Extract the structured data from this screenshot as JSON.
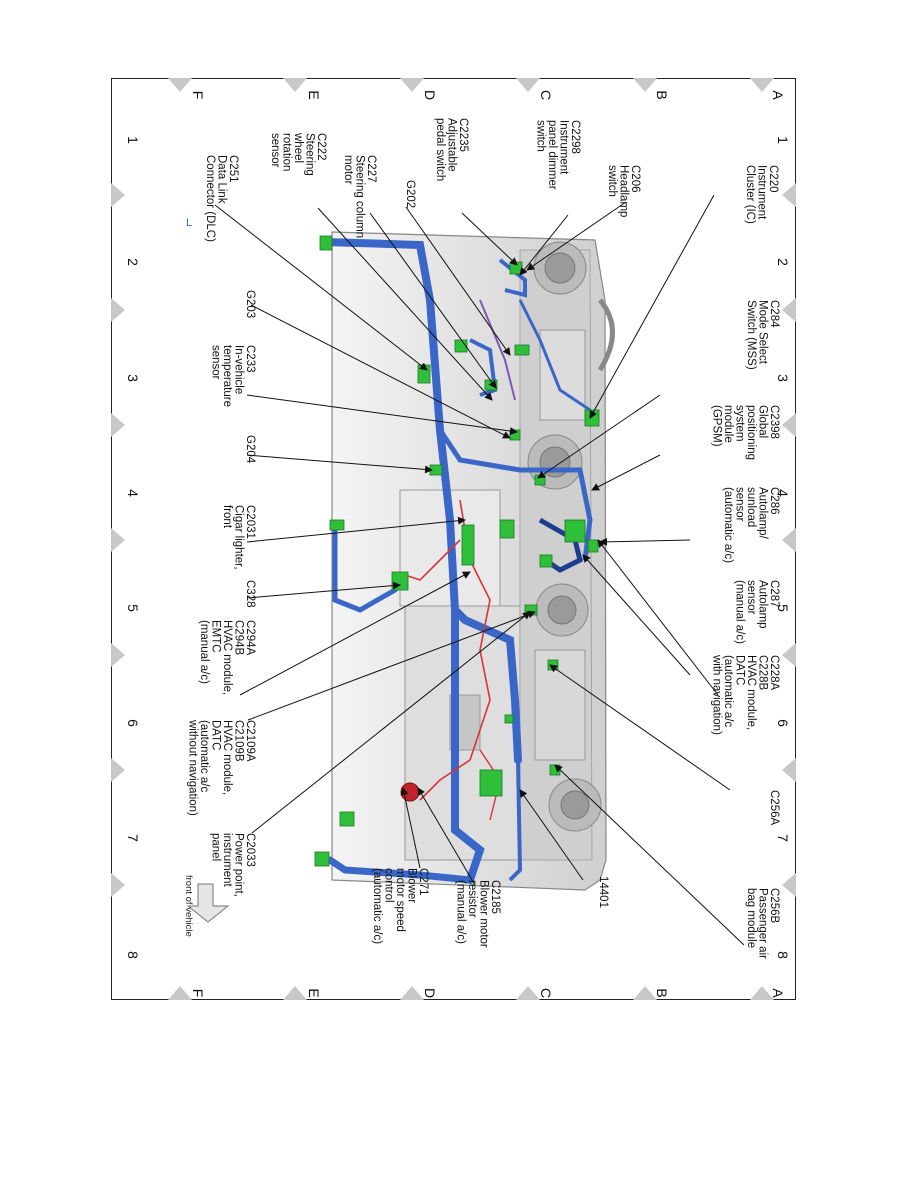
{
  "grid": {
    "columns": [
      "1",
      "2",
      "3",
      "4",
      "5",
      "6",
      "7",
      "8"
    ],
    "rows": [
      "A",
      "B",
      "C",
      "D",
      "E",
      "F"
    ]
  },
  "callouts": [
    {
      "id": "c220",
      "lines": [
        "C220",
        "Instrument",
        "Cluster (IC)"
      ]
    },
    {
      "id": "c206",
      "lines": [
        "C206",
        "Headlamp",
        "switch"
      ]
    },
    {
      "id": "c2298",
      "lines": [
        "C2298",
        "Instrument",
        "panel dimmer",
        "switch"
      ]
    },
    {
      "id": "c2235",
      "lines": [
        "C2235",
        "Adjustable",
        "pedal switch"
      ]
    },
    {
      "id": "g202",
      "lines": [
        "G202"
      ]
    },
    {
      "id": "c227",
      "lines": [
        "C227",
        "Steering column",
        "motor"
      ]
    },
    {
      "id": "c222",
      "lines": [
        "C222",
        "Steering",
        "wheel",
        "rotation",
        "sensor"
      ]
    },
    {
      "id": "c251",
      "lines": [
        "C251",
        "Data Link",
        "Connector (DLC)"
      ]
    },
    {
      "id": "c284",
      "lines": [
        "C284",
        "Mode Select",
        "Switch (MSS)"
      ]
    },
    {
      "id": "g203",
      "lines": [
        "G203"
      ]
    },
    {
      "id": "c2398",
      "lines": [
        "C2398",
        "Global",
        "positioning",
        "system",
        "module",
        "(GPSM)"
      ]
    },
    {
      "id": "c233",
      "lines": [
        "C233",
        "In-vehicle",
        "temperature",
        "sensor"
      ]
    },
    {
      "id": "g204",
      "lines": [
        "G204"
      ]
    },
    {
      "id": "c286",
      "lines": [
        "C286",
        "Autolamp/",
        "sunload",
        "sensor",
        "(automatic a/c)"
      ]
    },
    {
      "id": "c2031",
      "lines": [
        "C2031",
        "Cigar lighter,",
        "front"
      ]
    },
    {
      "id": "c287",
      "lines": [
        "C287",
        "Autolamp",
        "sensor",
        "(manual a/c)"
      ]
    },
    {
      "id": "c328",
      "lines": [
        "C328"
      ]
    },
    {
      "id": "c294",
      "lines": [
        "C294A",
        "C294B",
        "HVAC module,",
        "EMTC",
        "(manual a/c)"
      ]
    },
    {
      "id": "c228",
      "lines": [
        "C228A",
        "C228B",
        "HVAC module,",
        "DATC",
        "(automatic a/c",
        "with navigation)"
      ]
    },
    {
      "id": "c2109",
      "lines": [
        "C2109A",
        "C2109B",
        "HVAC module,",
        "DATC",
        "(automatic a/c",
        "without navigation)"
      ]
    },
    {
      "id": "c256a",
      "lines": [
        "C256A"
      ]
    },
    {
      "id": "c2033",
      "lines": [
        "C2033",
        "Power point,",
        "instrument",
        "panel"
      ]
    },
    {
      "id": "h14401",
      "lines": [
        "14401"
      ]
    },
    {
      "id": "c256b",
      "lines": [
        "C256B",
        "Passenger air",
        "bag module"
      ]
    },
    {
      "id": "c2185",
      "lines": [
        "C2185",
        "Blower motor",
        "resistor",
        "(manual a/c)"
      ]
    },
    {
      "id": "c271",
      "lines": [
        "C271",
        "Blower",
        "motor speed",
        "control",
        "(automatic a/c)"
      ]
    }
  ],
  "front_label": "front of vehicle",
  "colors": {
    "harness_blue": "#3a66c8",
    "harness_dark": "#1f3d8f",
    "connector_green": "#2fbf3a",
    "wire_red": "#d8333a",
    "panel_grey": "#d6d6d6",
    "arrow_grey": "#cfcfcf"
  }
}
